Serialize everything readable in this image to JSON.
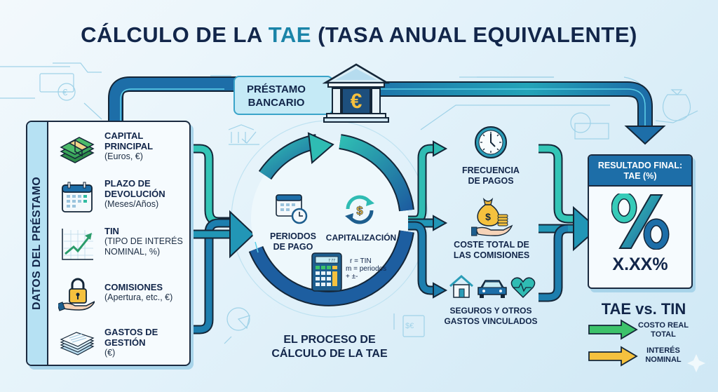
{
  "title": {
    "prefix": "CÁLCULO DE LA ",
    "highlight": "TAE",
    "suffix": " (TASA ANUAL EQUIVALENTE)"
  },
  "colors": {
    "teal": "#2fb8b0",
    "blue": "#1d6ea8",
    "navy": "#12264a",
    "green": "#3cc26a",
    "yellow": "#f5c13e",
    "highlight": "#1a84a8"
  },
  "bank": {
    "label_line1": "PRÉSTAMO",
    "label_line2": "BANCARIO",
    "icon": "bank-euro-icon"
  },
  "panel": {
    "side_label": "DATOS DEL PRÉSTAMO",
    "items": [
      {
        "title": "CAPITAL PRINCIPAL",
        "sub": "(Euros, €)",
        "icon": "money-stack-icon"
      },
      {
        "title": "PLAZO DE DEVOLUCIÓN",
        "sub": "(Meses/Años)",
        "icon": "calendar-icon"
      },
      {
        "title": "TIN",
        "sub": "(TIPO DE INTERÉS NOMINAL, %)",
        "icon": "rising-chart-icon"
      },
      {
        "title": "COMISIONES",
        "sub": "(Apertura, etc., €)",
        "icon": "padlock-hand-icon"
      },
      {
        "title": "GASTOS DE GESTIÓN",
        "sub": "(€)",
        "icon": "documents-stack-icon"
      }
    ]
  },
  "process": {
    "periodos": "PERIODOS DE PAGO",
    "capitalizacion": "CAPITALIZACIÓN",
    "formula": [
      "r = TIN",
      "m = periodos",
      "+ ±-"
    ],
    "calc_display": "7 77",
    "title_line1": "EL PROCESO DE",
    "title_line2": "CÁLCULO DE LA TAE"
  },
  "factors": [
    {
      "label_line1": "FRECUENCIA",
      "label_line2": "DE PAGOS",
      "icon": "clock-icon"
    },
    {
      "label_line1": "COSTE TOTAL DE",
      "label_line2": "LAS COMISIONES",
      "icon": "money-bag-hand-icon"
    },
    {
      "label_line1": "SEGUROS Y OTROS",
      "label_line2": "GASTOS VINCULADOS",
      "icon": "house-car-health-icon"
    }
  ],
  "result": {
    "header_line1": "RESULTADO FINAL:",
    "header_line2": "TAE (%)",
    "symbol": "%",
    "value": "X.XX%"
  },
  "comparison": {
    "title": "TAE vs. TIN",
    "items": [
      {
        "line1": "COSTO REAL",
        "line2": "TOTAL",
        "color": "green"
      },
      {
        "line1": "INTERÉS",
        "line2": "NOMINAL",
        "color": "yellow"
      }
    ]
  }
}
